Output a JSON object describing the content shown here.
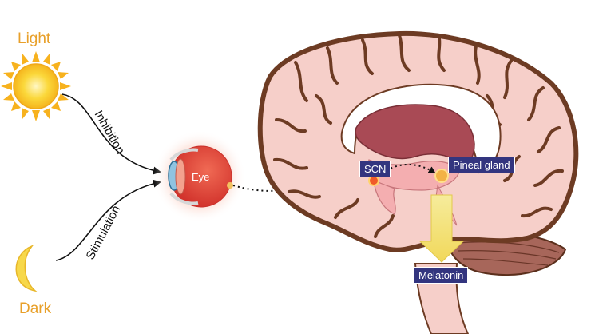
{
  "labels": {
    "light": "Light",
    "dark": "Dark",
    "inhibition": "Inhibition",
    "stimulation": "Stimulation",
    "eye": "Eye",
    "scn": "SCN",
    "pineal_gland": "Pineal gland",
    "melatonin": "Melatonin"
  },
  "icons": {
    "sun": "sun-icon",
    "moon": "crescent-moon-icon",
    "eye": "eye-icon",
    "brain": "brain-icon"
  },
  "colors": {
    "light_label": "#e8a02a",
    "sun": "#f9c92a",
    "moon": "#f7d84a",
    "eye": "#e0463a",
    "brain_fill": "#f6cfc9",
    "brain_outline": "#6d3b23",
    "ventricle": "#a94a55",
    "cerebellum": "#a7665a",
    "tag_bg": "#33357f",
    "melatonin_arrow": "#f3e07a"
  }
}
